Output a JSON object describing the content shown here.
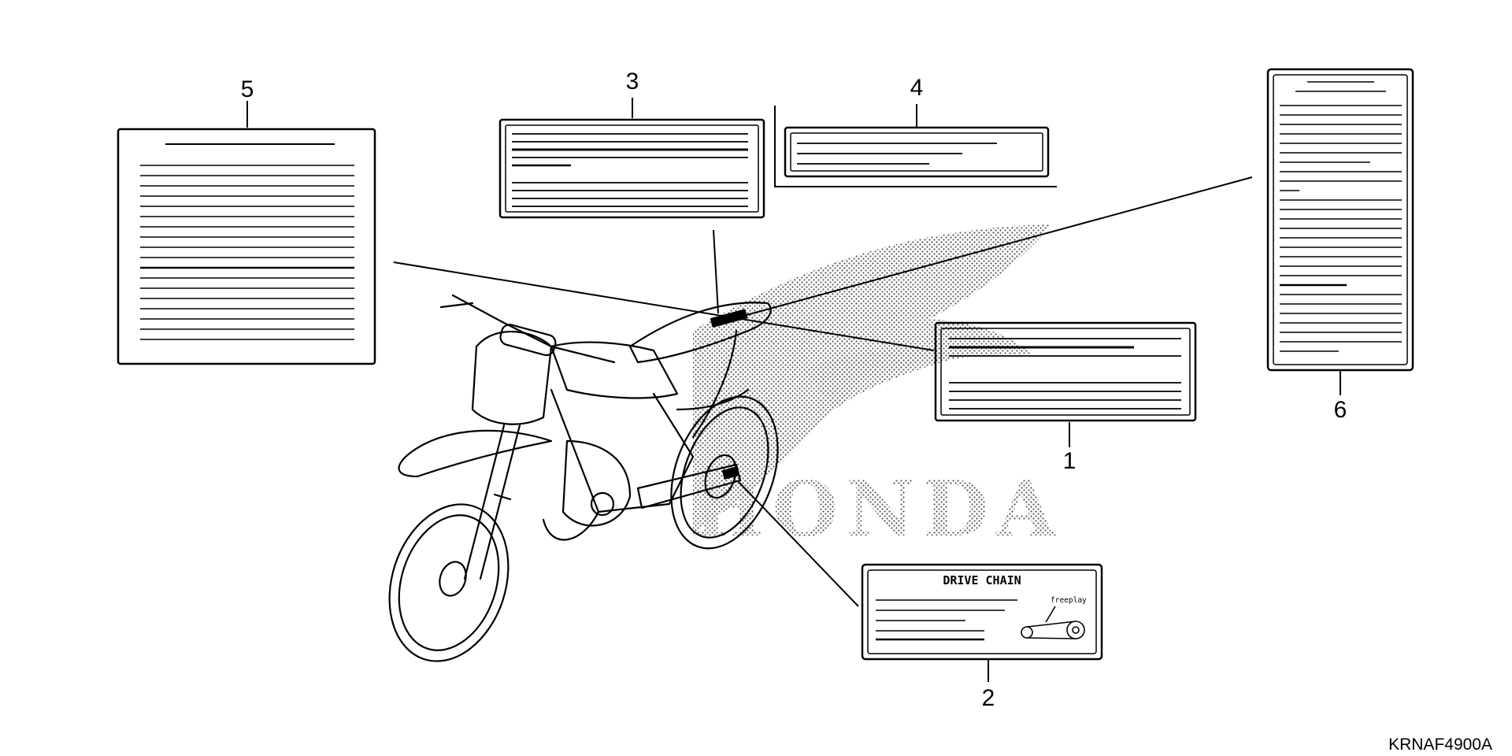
{
  "diagram": {
    "drawing_code": "KRNAF4900A",
    "brand_watermark": "HONDA",
    "callouts": [
      "1",
      "2",
      "3",
      "4",
      "5",
      "6"
    ],
    "drive_chain_label": {
      "title": "DRIVE CHAIN",
      "note": "freeplay"
    }
  }
}
